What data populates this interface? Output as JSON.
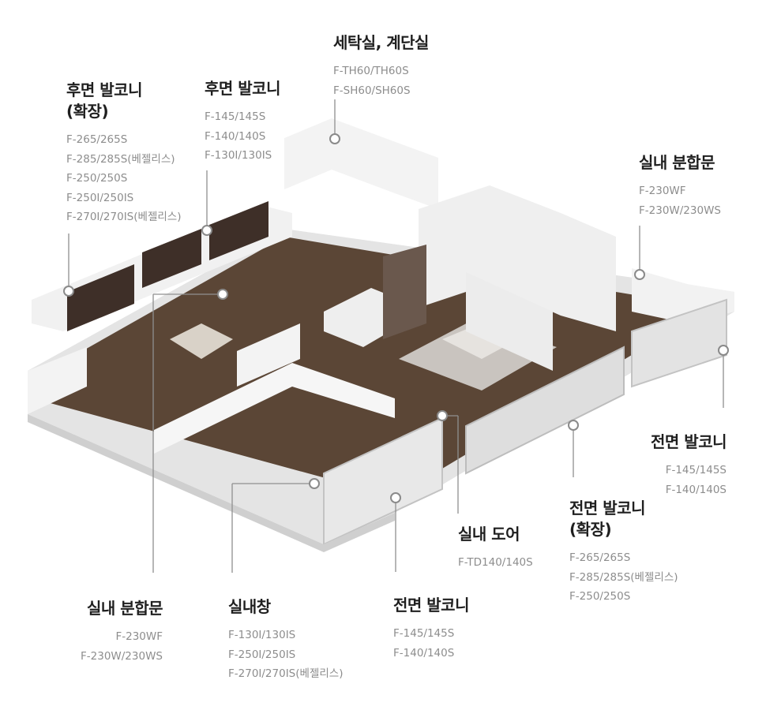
{
  "callouts": [
    {
      "id": "laundry-stair",
      "title": [
        "세탁실, 계단실"
      ],
      "models": [
        "F-TH60/TH60S",
        "F-SH60/SH60S"
      ]
    },
    {
      "id": "rear-balcony-ext",
      "title": [
        "후면 발코니",
        "(확장)"
      ],
      "models": [
        "F-265/265S",
        "F-285/285S(베젤리스)",
        "F-250/250S",
        "F-250I/250IS",
        "F-270I/270IS(베젤리스)"
      ]
    },
    {
      "id": "rear-balcony",
      "title": [
        "후면 발코니"
      ],
      "models": [
        "F-145/145S",
        "F-140/140S",
        "F-130I/130IS"
      ]
    },
    {
      "id": "interior-sliding-door-top",
      "title": [
        "실내 분합문"
      ],
      "models": [
        "F-230WF",
        "F-230W/230WS"
      ]
    },
    {
      "id": "front-balcony-right",
      "title": [
        "전면 발코니"
      ],
      "models": [
        "F-145/145S",
        "F-140/140S"
      ]
    },
    {
      "id": "front-balcony-ext",
      "title": [
        "전면 발코니",
        "(확장)"
      ],
      "models": [
        "F-265/265S",
        "F-285/285S(베젤리스)",
        "F-250/250S"
      ]
    },
    {
      "id": "interior-door",
      "title": [
        "실내 도어"
      ],
      "models": [
        "F-TD140/140S"
      ]
    },
    {
      "id": "front-balcony-bottom",
      "title": [
        "전면 발코니"
      ],
      "models": [
        "F-145/145S",
        "F-140/140S"
      ]
    },
    {
      "id": "interior-window",
      "title": [
        "실내창"
      ],
      "models": [
        "F-130I/130IS",
        "F-250I/250IS",
        "F-270I/270IS(베젤리스)"
      ]
    },
    {
      "id": "interior-sliding-door-bottom",
      "title": [
        "실내 분합문"
      ],
      "models": [
        "F-230WF",
        "F-230W/230WS"
      ]
    }
  ],
  "colors": {
    "wall": "#f3f3f3",
    "wall_side": "#d9d9d9",
    "floor": "#5b4636",
    "text_title": "#1f1f1f",
    "text_model": "#8d8d8d",
    "leader": "#8f8f8f"
  }
}
